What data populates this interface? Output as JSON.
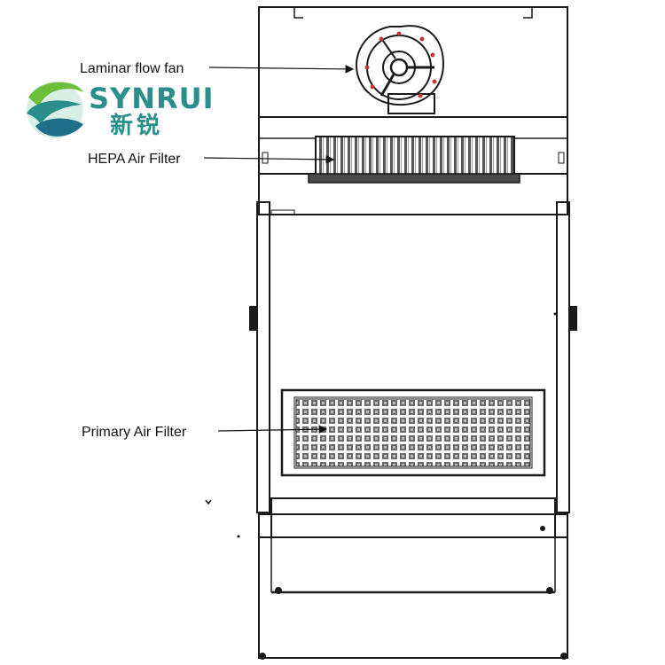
{
  "brand": {
    "name": "SYNRUI",
    "name_cn": "新锐",
    "color_primary": "#2a8f8a",
    "color_secondary": "#6cbf3a"
  },
  "labels": {
    "fan": "Laminar flow fan",
    "hepa": "HEPA  Air Filter",
    "primary": "Primary  Air Filter"
  },
  "colors": {
    "line": "#1a1a1a",
    "fan_accent": "#c0392b"
  }
}
